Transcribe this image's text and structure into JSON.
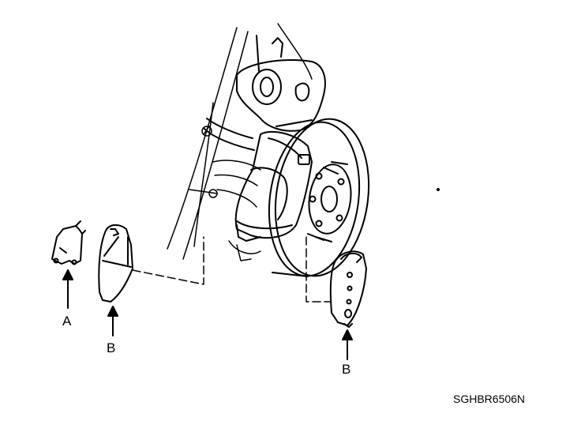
{
  "diagram": {
    "labels": {
      "a": "A",
      "b_left": "B",
      "b_right": "B"
    },
    "figure_code": "SGHBR6506N"
  }
}
